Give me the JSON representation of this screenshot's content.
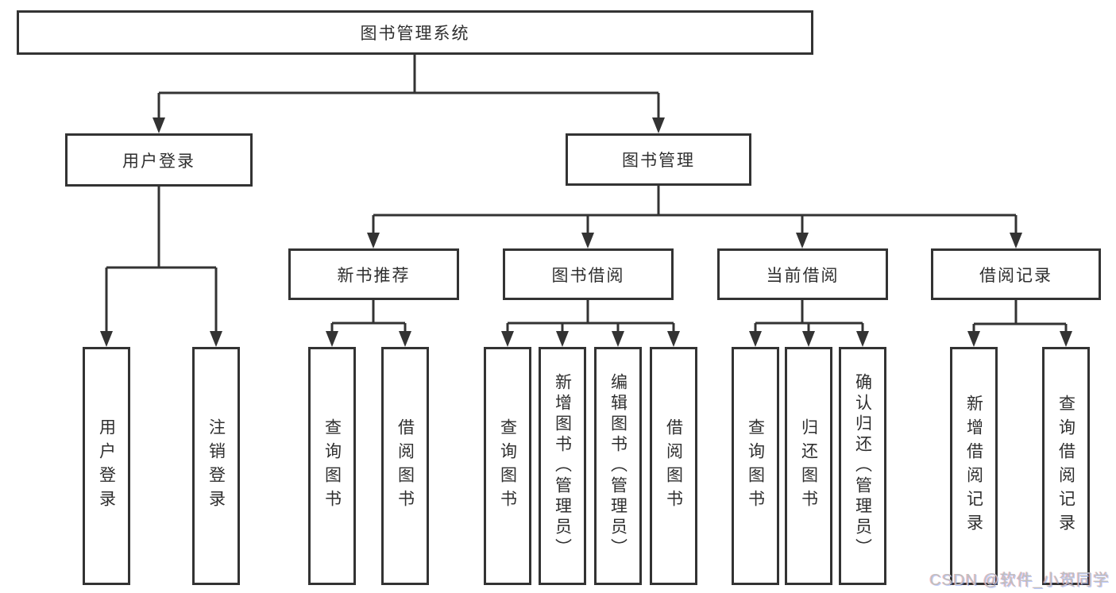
{
  "diagram": {
    "type": "tree",
    "root": {
      "label": "图书管理系统"
    },
    "level2": {
      "user_login": {
        "label": "用户登录"
      },
      "book_mgmt": {
        "label": "图书管理"
      }
    },
    "level3": {
      "new_book_rec": {
        "label": "新书推荐",
        "parent": "图书管理"
      },
      "book_borrow": {
        "label": "图书借阅",
        "parent": "图书管理"
      },
      "current_borrow": {
        "label": "当前借阅",
        "parent": "图书管理"
      },
      "borrow_records": {
        "label": "借阅记录",
        "parent": "图书管理"
      }
    },
    "leaves": {
      "login": {
        "label": "用户登录",
        "parent": "用户登录"
      },
      "logout": {
        "label": "注销登录",
        "parent": "用户登录"
      },
      "rec_query_books": {
        "label": "查询图书",
        "parent": "新书推荐"
      },
      "rec_borrow_books": {
        "label": "借阅图书",
        "parent": "新书推荐"
      },
      "bb_query_books": {
        "label": "查询图书",
        "parent": "图书借阅"
      },
      "bb_add_books": {
        "label": "新增图书（管理员）",
        "parent": "图书借阅"
      },
      "bb_edit_books": {
        "label": "编辑图书（管理员）",
        "parent": "图书借阅"
      },
      "bb_borrow_books": {
        "label": "借阅图书",
        "parent": "图书借阅"
      },
      "cb_query_books": {
        "label": "查询图书",
        "parent": "当前借阅"
      },
      "cb_return_books": {
        "label": "归还图书",
        "parent": "当前借阅"
      },
      "cb_confirm_return": {
        "label": "确认归还（管理员）",
        "parent": "当前借阅"
      },
      "br_add_record": {
        "label": "新增借阅记录",
        "parent": "借阅记录"
      },
      "br_query_record": {
        "label": "查询借阅记录",
        "parent": "借阅记录"
      }
    }
  },
  "watermark": {
    "text": "CSDN @软件_小贺同学"
  },
  "colors": {
    "line": "#333333",
    "box_border": "#333333",
    "text": "#2f2f2f",
    "background": "#ffffff",
    "watermark": "#bfbfbf"
  }
}
